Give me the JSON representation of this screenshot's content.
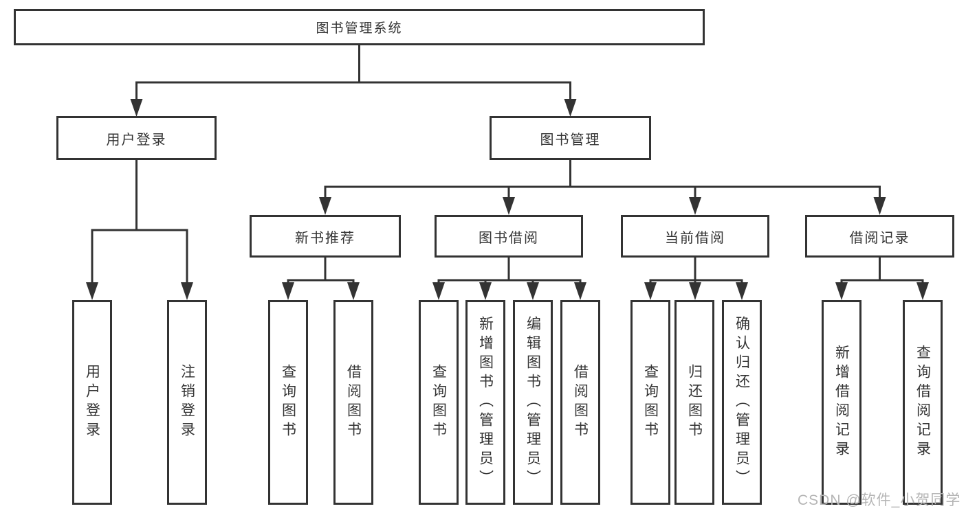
{
  "colors": {
    "line": "#333333",
    "box_border": "#333333",
    "box_fill": "#ffffff",
    "text": "#333333",
    "watermark_text": "#b5b5b5",
    "background": "#ffffff"
  },
  "watermark": "CSDN @软件_小贺同学",
  "tree": {
    "root": {
      "label": "图书管理系统"
    },
    "level2": [
      {
        "label": "用户登录",
        "children": [
          {
            "label": "用户登录"
          },
          {
            "label": "注销登录"
          }
        ]
      },
      {
        "label": "图书管理",
        "children": [
          {
            "label": "新书推荐",
            "children": [
              {
                "label": "查询图书"
              },
              {
                "label": "借阅图书"
              }
            ]
          },
          {
            "label": "图书借阅",
            "children": [
              {
                "label": "查询图书"
              },
              {
                "label": "新增图书（管理员）"
              },
              {
                "label": "编辑图书（管理员）"
              },
              {
                "label": "借阅图书"
              }
            ]
          },
          {
            "label": "当前借阅",
            "children": [
              {
                "label": "查询图书"
              },
              {
                "label": "归还图书"
              },
              {
                "label": "确认归还（管理员）"
              }
            ]
          },
          {
            "label": "借阅记录",
            "children": [
              {
                "label": "新增借阅记录"
              },
              {
                "label": "查询借阅记录"
              }
            ]
          }
        ]
      }
    ]
  }
}
